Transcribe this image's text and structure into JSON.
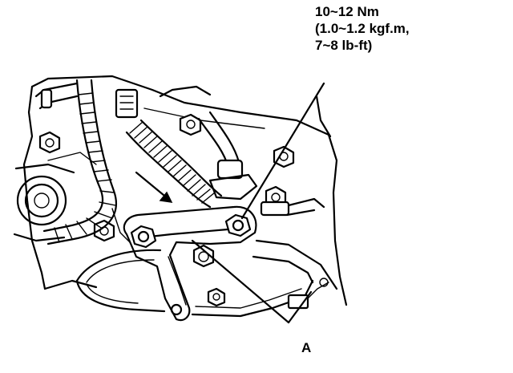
{
  "torque_spec": {
    "line1": "10~12 Nm",
    "line2": "(1.0~1.2 kgf.m,",
    "line3": "7~8 lb-ft)"
  },
  "labels": {
    "part_a": "A"
  }
}
